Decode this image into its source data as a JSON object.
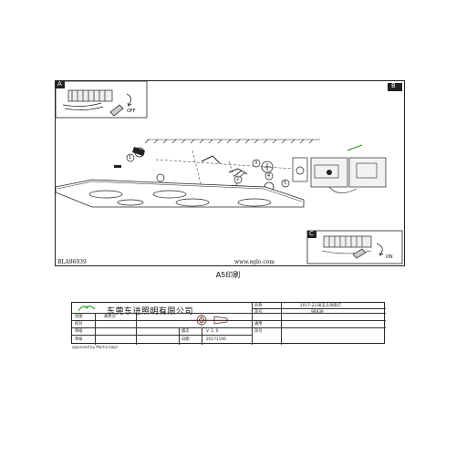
{
  "drawing": {
    "panel_a_label": "A",
    "panel_b_label": "B",
    "panel_c_label": "C",
    "off_label": "OFF",
    "on_label": "ON",
    "step_1": "1",
    "step_2": "2",
    "step_3": "3",
    "step_4": "4",
    "step_5": "5",
    "model_code": "BLA96939",
    "website": "www.eglo.com",
    "print_size": "A5印刷"
  },
  "title_block": {
    "company": "东莞东进照明有限公司",
    "drawn_label": "绘图",
    "drawn_value": "黄燕芬",
    "checked_label": "校对",
    "audit_label": "审核",
    "approve_label": "审核",
    "version_label": "版次",
    "version_value": "V. 1. 0",
    "date_label": "日期",
    "date_value": "20171106",
    "name_label": "名称",
    "name_value": "2017-223B五头吊吸灯",
    "item_label": "货号",
    "item_value": "96939",
    "apply_label": "通用",
    "apply2_label": "货号",
    "approved_by": "approved by Martin kaipl"
  },
  "colors": {
    "ink": "#222222",
    "logo_green": "#4caf50"
  }
}
